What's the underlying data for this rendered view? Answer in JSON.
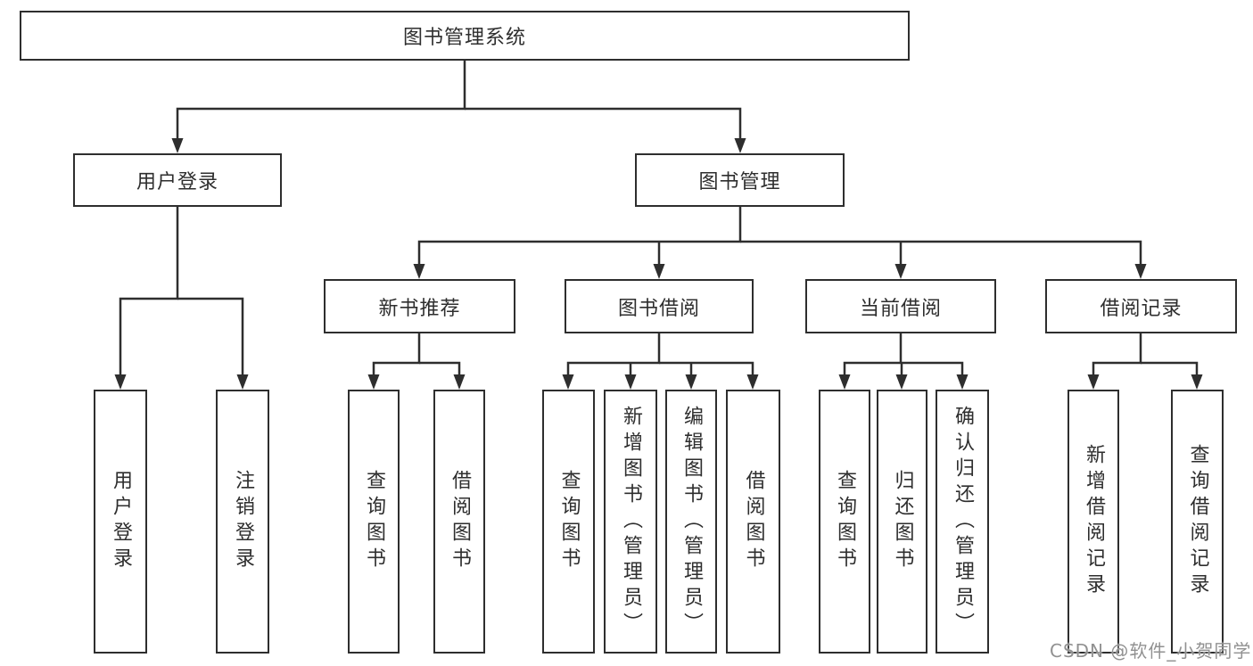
{
  "diagram": {
    "type": "hierarchy-tree",
    "root": {
      "label": "图书管理系统",
      "children": [
        {
          "label": "用户登录",
          "children": [
            {
              "label": "用户登录"
            },
            {
              "label": "注销登录"
            }
          ]
        },
        {
          "label": "图书管理",
          "children": [
            {
              "label": "新书推荐",
              "children": [
                {
                  "label": "查询图书"
                },
                {
                  "label": "借阅图书"
                }
              ]
            },
            {
              "label": "图书借阅",
              "children": [
                {
                  "label": "查询图书"
                },
                {
                  "label": "新增图书（管理员）"
                },
                {
                  "label": "编辑图书（管理员）"
                },
                {
                  "label": "借阅图书"
                }
              ]
            },
            {
              "label": "当前借阅",
              "children": [
                {
                  "label": "查询图书"
                },
                {
                  "label": "归还图书"
                },
                {
                  "label": "确认归还（管理员）"
                }
              ]
            },
            {
              "label": "借阅记录",
              "children": [
                {
                  "label": "新增借阅记录"
                },
                {
                  "label": "查询借阅记录"
                }
              ]
            }
          ]
        }
      ]
    }
  },
  "watermark": {
    "text": "CSDN @软件_小贺同学"
  },
  "colors": {
    "line": "#2e2e2e",
    "border": "#2e2e2e",
    "text": "#2e2e2e",
    "background": "#ffffff",
    "watermark": "#919191"
  }
}
